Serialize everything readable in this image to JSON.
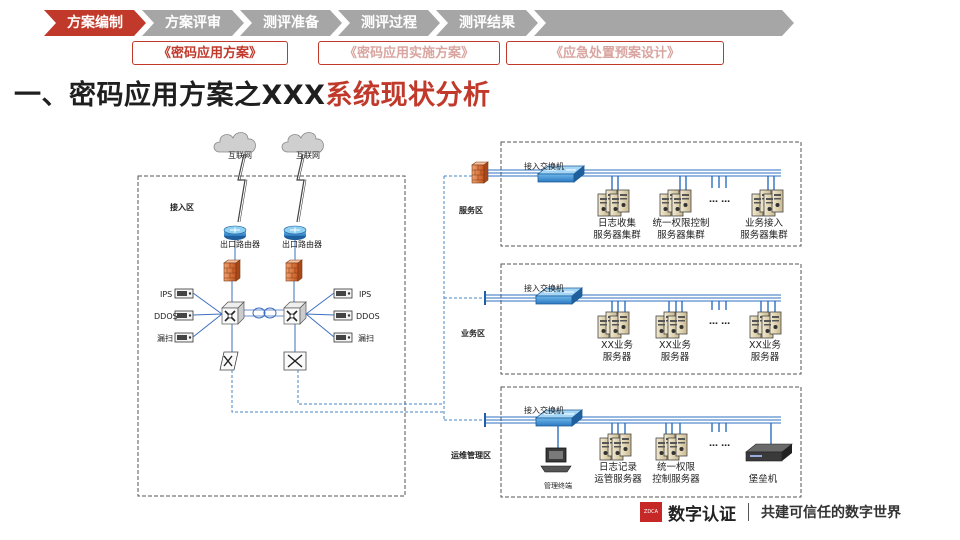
{
  "nav": {
    "steps": [
      "方案编制",
      "方案评审",
      "测评准备",
      "测评过程",
      "测评结果"
    ],
    "active_index": 0,
    "subtabs": [
      "《密码应用方案》",
      "《密码应用实施方案》",
      "《应急处置预案设计》"
    ],
    "active_subtab": 0
  },
  "title": {
    "prefix": "一、密码应用方案之XXX",
    "highlight": "系统现状分析"
  },
  "colors": {
    "accent": "#c0392b",
    "tab_inactive": "#a6a6a6",
    "link_line": "#3c6fbe",
    "dashed_link": "#4a86c5",
    "zone_border": "#555555"
  },
  "diagram": {
    "clouds": [
      "互联网",
      "互联网"
    ],
    "access_zone": {
      "label": "接入区",
      "router_label": "出口路由器",
      "left_devices": [
        "IPS",
        "DDOS",
        "漏扫"
      ],
      "right_devices": [
        "IPS",
        "DDOS",
        "漏扫"
      ]
    },
    "service_zone": {
      "label": "服务区",
      "switch_label": "接入交换机",
      "servers": [
        [
          "日志收集",
          "服务器集群"
        ],
        [
          "统一权限控制",
          "服务器集群"
        ],
        [
          "业务接入",
          "服务器集群"
        ]
      ],
      "ellipsis": "…  …"
    },
    "business_zone": {
      "label": "业务区",
      "switch_label": "接入交换机",
      "servers": [
        [
          "XX业务",
          "服务器"
        ],
        [
          "XX业务",
          "服务器"
        ],
        [
          "XX业务",
          "服务器"
        ]
      ],
      "ellipsis": "…  …"
    },
    "ops_zone": {
      "label": "运维管理区",
      "switch_label": "接入交换机",
      "terminal_label": "管理终端",
      "servers": [
        [
          "日志记录",
          "运管服务器"
        ],
        [
          "统一权限",
          "控制服务器"
        ]
      ],
      "bastion_label": "堡垒机",
      "ellipsis": "…  …"
    }
  },
  "brand": {
    "logo_text": "ZDCA",
    "name": "数字认证",
    "slogan": "共建可信任的数字世界"
  }
}
